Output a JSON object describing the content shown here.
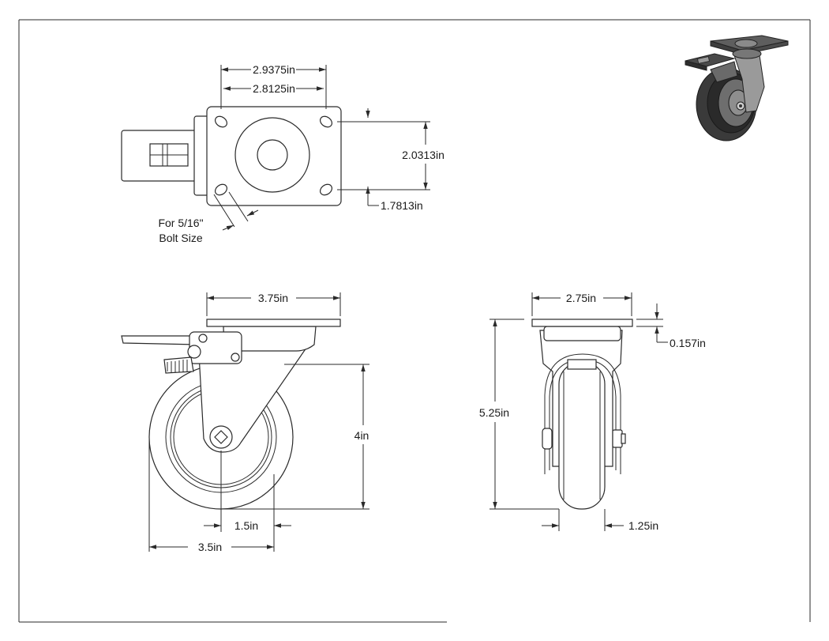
{
  "top_view": {
    "width_outer": "2.9375in",
    "width_inner": "2.8125in",
    "height_outer": "2.0313in",
    "height_inner": "1.7813in",
    "bolt_note_line1": "For 5/16\"",
    "bolt_note_line2": "Bolt Size"
  },
  "side_view": {
    "plate_width": "3.75in",
    "wheel_height": "4in",
    "offset": "1.5in",
    "wheel_diameter": "3.5in"
  },
  "front_view": {
    "plate_width": "2.75in",
    "plate_thickness": "0.157in",
    "overall_height": "5.25in",
    "wheel_width": "1.25in"
  },
  "colors": {
    "line": "#2a2a2a",
    "iso_dark": "#3a3a3a",
    "iso_mid": "#7a7a7a",
    "iso_light": "#b8b8b8"
  }
}
